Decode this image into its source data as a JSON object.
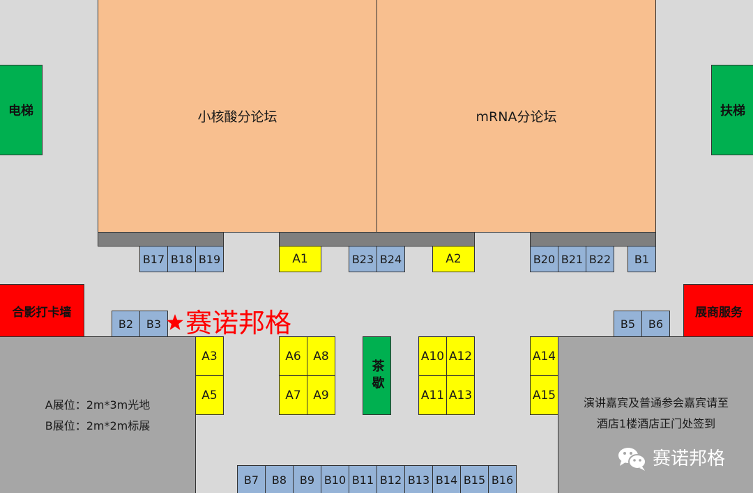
{
  "forums": [
    "小核酸分论坛",
    "mRNA分论坛"
  ],
  "elevator": "电梯",
  "escalator": "扶梯",
  "photo_wall": "合影打卡墙",
  "exhibitor_service": "展商服务",
  "tea_break": "茶歇",
  "booths": {
    "B17": "B17",
    "B18": "B18",
    "B19": "B19",
    "A1": "A1",
    "B23": "B23",
    "B24": "B24",
    "A2": "A2",
    "B20": "B20",
    "B21": "B21",
    "B22": "B22",
    "B1": "B1",
    "B2": "B2",
    "B3": "B3",
    "B5": "B5",
    "B6": "B6",
    "A3": "A3",
    "A5": "A5",
    "A6": "A6",
    "A7": "A7",
    "A8": "A8",
    "A9": "A9",
    "A10": "A10",
    "A11": "A11",
    "A12": "A12",
    "A13": "A13",
    "A14": "A14",
    "A15": "A15",
    "B7": "B7",
    "B8": "B8",
    "B9": "B9",
    "B10": "B10",
    "B11": "B11",
    "B12": "B12",
    "B13": "B13",
    "B14": "B14",
    "B15": "B15",
    "B16": "B16"
  },
  "legend": {
    "line1": "A展位：2m*3m光地",
    "line2": "B展位：2m*2m标展"
  },
  "notice": {
    "line1": "演讲嘉宾及普通参会嘉宾请至",
    "line2": "酒店1楼酒店正门处签到"
  },
  "marker_label": "赛诺邦格",
  "watermark": "赛诺邦格",
  "colors": {
    "forum": "#f8bf8f",
    "booth_b": "#95b3d7",
    "booth_a": "#ffff00",
    "green": "#00b050",
    "red": "#ff0000",
    "marker": "#ff0000"
  }
}
